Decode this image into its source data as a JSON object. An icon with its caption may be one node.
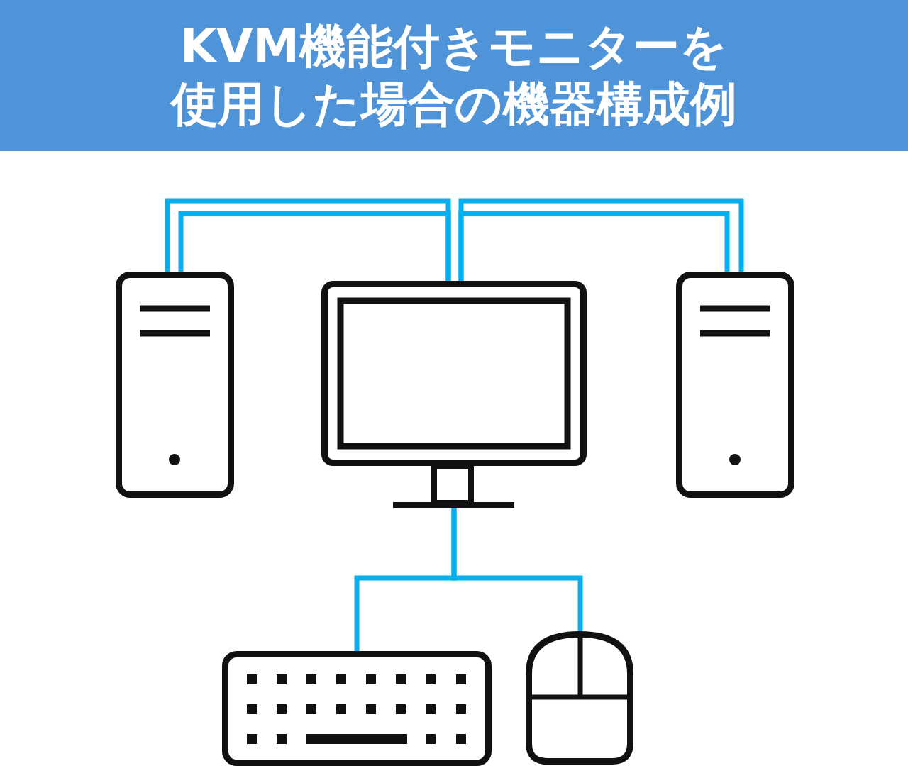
{
  "diagram": {
    "title": "KVM機能付きモニターを使用した場合の機器構成例",
    "nodes": [
      {
        "text": [],
        "shape": "picture"
      },
      {
        "text": [],
        "shape": "picture"
      },
      {
        "text": [],
        "shape": "picture"
      },
      {
        "text": [],
        "shape": "picture"
      },
      {
        "text": [],
        "shape": "picture"
      }
    ],
    "edges": [
      {
        "from": 0,
        "to": 1,
        "arrow": "none"
      },
      {
        "from": 0,
        "to": 1,
        "arrow": "none"
      },
      {
        "from": 2,
        "to": 1,
        "arrow": "none"
      },
      {
        "from": 2,
        "to": 1,
        "arrow": "none"
      },
      {
        "from": 1,
        "to": 3,
        "arrow": "none"
      },
      {
        "from": 1,
        "to": 4,
        "arrow": "none"
      }
    ]
  }
}
